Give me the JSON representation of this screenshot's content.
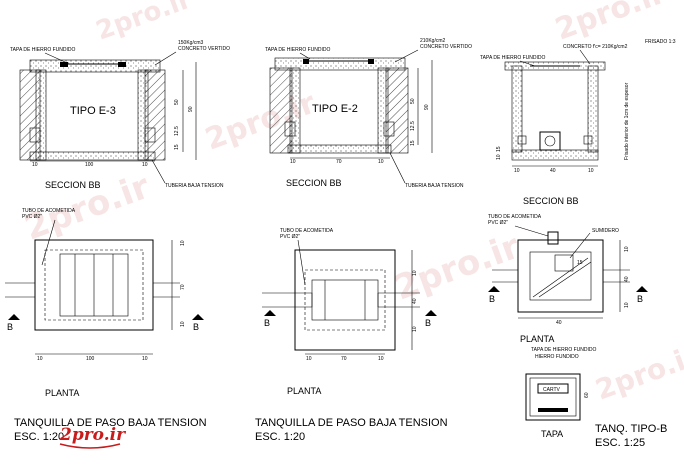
{
  "watermark": {
    "text": "2pro.ir",
    "color": "#c81c1c"
  },
  "views": {
    "e3_section": {
      "label_tapa": "TAPA DE HIERRO FUNDIDO",
      "label_concrete": "150Kg/cm3",
      "label_concrete2": "CONCRETO VERTIDO",
      "type": "TIPO E-3",
      "dim_50": "50",
      "dim_90": "90",
      "dim_125": "12.5",
      "dim_15": "15",
      "dim_100": "100",
      "dim_10a": "10",
      "dim_10b": "10",
      "title": "SECCION BB",
      "pipe_label": "TUBERIA BAJA TENSION"
    },
    "e2_section": {
      "label_tapa": "TAPA DE HIERRO FUNDIDO",
      "label_concrete": "210Kg/cm2",
      "label_concrete2": "CONCRETO VERTIDO",
      "type": "TIPO E-2",
      "dim_50": "50",
      "dim_90": "90",
      "dim_125": "12.5",
      "dim_15": "15",
      "dim_70": "70",
      "dim_10a": "10",
      "dim_10b": "10",
      "title": "SECCION BB",
      "pipe_label": "TUBERIA BAJA TENSION"
    },
    "b_section": {
      "label_tapa": "TAPA DE HIERRO FUNDIDO",
      "label_concrete": "CONCRETO f'c= 210Kg/cm2",
      "label_frisado": "FRISADO 1:3",
      "side_note": "Frisado interior de 1cm de espesor",
      "dim_15": "15",
      "dim_10": "10",
      "dim_bottom": "10",
      "dim_bottom2": "40",
      "dim_bottom3": "10",
      "title": "SECCION BB"
    },
    "e3_plan": {
      "label_pipe": "TUBO DE ACOMETIDA",
      "label_pvc": "PVC Ø2\"",
      "dim_10a": "10",
      "dim_70": "70",
      "dim_10b": "10",
      "dim_100": "100",
      "dim_bot10a": "10",
      "dim_bot10b": "10",
      "section_mark": "B",
      "section_mark2": "B",
      "title": "PLANTA"
    },
    "e2_plan": {
      "label_pipe": "TUBO DE ACOMETIDA",
      "label_pvc": "PVC Ø2\"",
      "dim_10a": "10",
      "dim_40": "40",
      "dim_10b": "10",
      "dim_70": "70",
      "dim_bot10a": "10",
      "dim_bot10b": "10",
      "section_mark": "B",
      "section_mark2": "B",
      "title": "PLANTA"
    },
    "b_plan": {
      "label_pipe": "TUBO DE ACOMETIDA",
      "label_pvc": "PVC Ø2\"",
      "label_sumidero": "SUMIDERO",
      "dim_15": "15",
      "dim_10a": "10",
      "dim_40": "40",
      "dim_10b": "10",
      "dim_bottom": "40",
      "section_mark": "B",
      "section_mark2": "B",
      "title": "PLANTA"
    },
    "tapa": {
      "label": "TAPA DE HIERRO FUNDIDO",
      "plate": "CARTV",
      "dim": "60",
      "title": "TAPA"
    }
  },
  "titles": {
    "left_line1": "TANQUILLA DE PASO BAJA TENSION",
    "left_line2": "ESC. 1:20",
    "mid_line1": "TANQUILLA DE PASO BAJA TENSION",
    "mid_line2": "ESC. 1:20",
    "right_line1": "TANQ. TIPO-B",
    "right_line2": "ESC. 1:25"
  }
}
